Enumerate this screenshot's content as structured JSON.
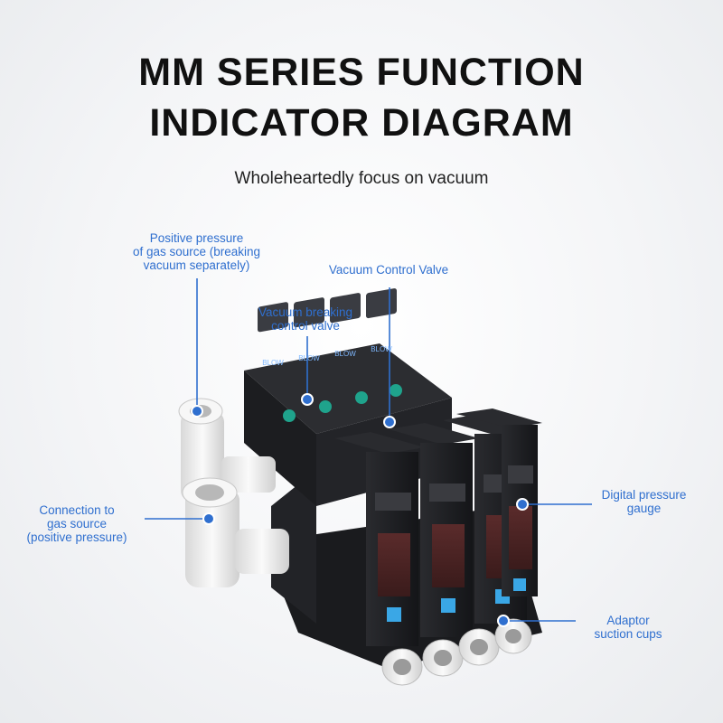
{
  "title_line1": "MM SERIES FUNCTION",
  "title_line2": "INDICATOR DIAGRAM",
  "subtitle": "Wholeheartedly focus on vacuum",
  "callouts": {
    "positive_pressure": [
      "Positive pressure",
      "of gas source (breaking",
      "vacuum separately)"
    ],
    "vacuum_control_valve": [
      "Vacuum Control Valve"
    ],
    "vacuum_breaking": [
      "Vacuum breaking",
      "control valve"
    ],
    "connection": [
      "Connection to",
      "gas source",
      "(positive pressure)"
    ],
    "digital_gauge": [
      "Digital pressure",
      "gauge"
    ],
    "adaptor": [
      "Adaptor",
      "suction cups"
    ]
  },
  "valve_button_label": "BLOW",
  "colors": {
    "accent": "#2f6fcf",
    "body": "#1c1d20",
    "fitting": "#f1f1f1",
    "screen": "#4a2424"
  }
}
